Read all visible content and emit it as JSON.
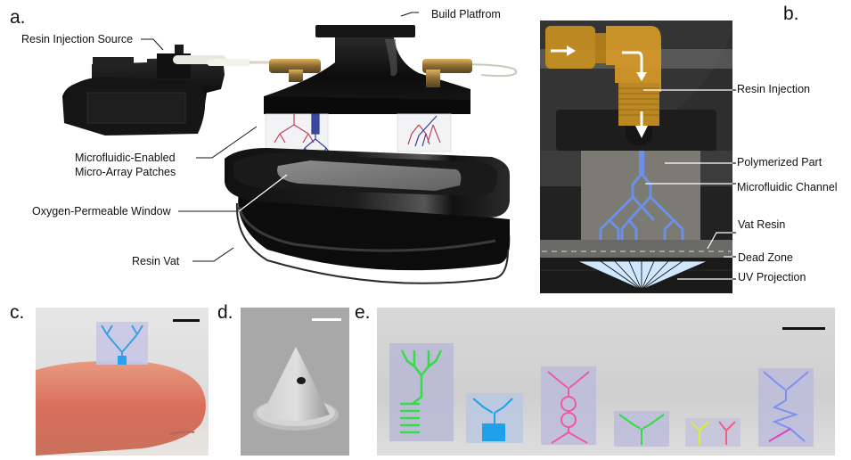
{
  "figure": {
    "panels": {
      "a": {
        "letter": "a.",
        "labels": {
          "resin_injection_source": "Resin Injection Source",
          "build_platform": "Build Platfrom",
          "patches_line1": "Microfluidic-Enabled",
          "patches_line2": "Micro-Array Patches",
          "oxygen_window": "Oxygen-Permeable Window",
          "resin_vat": "Resin Vat"
        }
      },
      "b": {
        "letter": "b.",
        "labels": {
          "resin_injection": "Resin Injection",
          "polymerized_part": "Polymerized Part",
          "microfluidic_channel": "Microfluidic Channel",
          "vat_resin": "Vat Resin",
          "dead_zone": "Dead Zone",
          "uv_projection": "UV Projection"
        }
      },
      "c": {
        "letter": "c.",
        "scale_bar": true,
        "scale_bar_color": "#111111"
      },
      "d": {
        "letter": "d.",
        "scale_bar": true,
        "scale_bar_color": "#ffffff"
      },
      "e": {
        "letter": "e.",
        "scale_bar": true,
        "scale_bar_color": "#111111",
        "devices": [
          {
            "channel_color": "#33dd44",
            "feature": "spiral-mixer"
          },
          {
            "channel_color": "#1fa0e8",
            "feature": "reservoir"
          },
          {
            "channel_color": "#ee5aa0",
            "feature": "ring-chambers"
          },
          {
            "channel_color": "#33dd44",
            "feature": "single-outlet"
          },
          {
            "channel_color": "#d8f030",
            "feature": "dual-tree",
            "secondary_color": "#f06080"
          },
          {
            "channel_color": "#7f8ff0",
            "feature": "zigzag-mixer",
            "secondary_color": "#e040c0"
          }
        ]
      }
    },
    "colors": {
      "brass": "#c8901c",
      "channel_blue": "#6e8fe6",
      "uv": "#cfe8ff",
      "dark_panel": "#2e2e2e",
      "black_plastic": "#111111"
    }
  }
}
